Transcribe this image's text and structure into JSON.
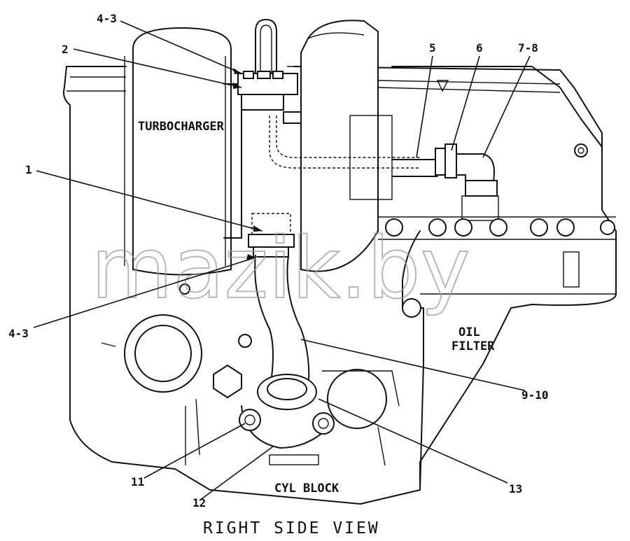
{
  "diagram": {
    "view_title": "RIGHT SIDE VIEW",
    "component_labels": {
      "turbocharger": "TURBOCHARGER",
      "oil_filter_line1": "OIL",
      "oil_filter_line2": "FILTER",
      "cyl_block": "CYL BLOCK"
    },
    "callouts": {
      "c_4_3_top": "4-3",
      "c_2": "2",
      "c_1": "1",
      "c_4_3_bottom": "4-3",
      "c_5": "5",
      "c_6": "6",
      "c_7_8": "7-8",
      "c_9_10": "9-10",
      "c_11": "11",
      "c_12": "12",
      "c_13": "13"
    },
    "watermark": "mazik.by"
  }
}
